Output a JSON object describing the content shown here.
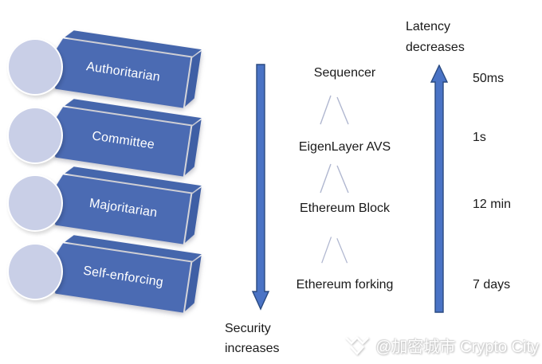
{
  "ladder": {
    "items": [
      {
        "label": "Authoritarian"
      },
      {
        "label": "Committee"
      },
      {
        "label": "Majoritarian"
      },
      {
        "label": "Self-enforcing"
      }
    ]
  },
  "security_axis": {
    "line1": "Security",
    "line2": "increases"
  },
  "latency_axis": {
    "line1": "Latency",
    "line2": "decreases"
  },
  "mechanisms": [
    {
      "name": "Sequencer",
      "latency": "50ms"
    },
    {
      "name": "EigenLayer AVS",
      "latency": "1s"
    },
    {
      "name": "Ethereum Block",
      "latency": "12 min"
    },
    {
      "name": "Ethereum forking",
      "latency": "7 days"
    }
  ],
  "watermark": {
    "text": "@加密城市 Crypto City",
    "logo": "crypto-city-chevrons-icon"
  },
  "colors": {
    "banner_blue": "#4b6bb3",
    "banner_side": "#3f5fa5",
    "circle_lavender": "#c9cfe7",
    "arrow_fill": "#4a73c5",
    "arrow_stroke": "#2a4a80",
    "chevron_line": "#b0b7d0",
    "text": "#1a1a1a",
    "watermark_text": "#ffffff"
  }
}
